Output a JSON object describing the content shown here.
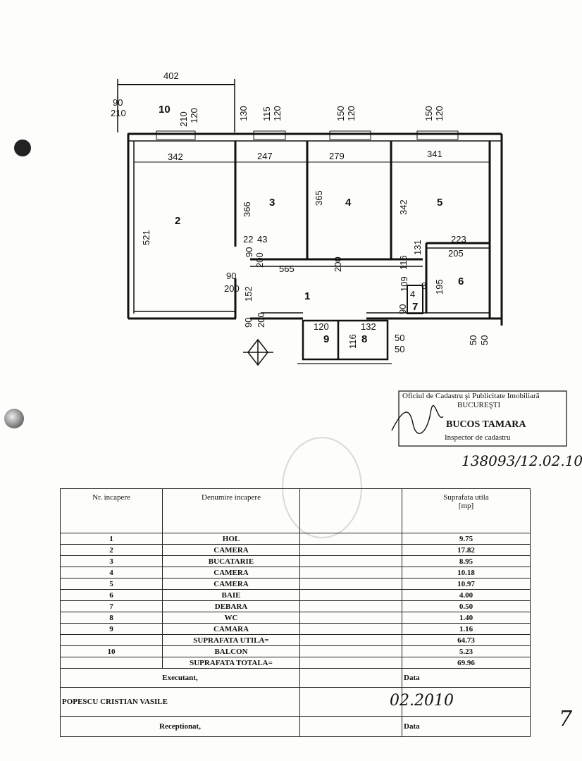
{
  "plan": {
    "dimensions": {
      "balcony_width": "402",
      "left_90": "90",
      "left_210": "210",
      "balcony_210": "210",
      "balcony_120": "120",
      "wall_130": "130",
      "w3_115": "115",
      "w3_120": "120",
      "w4_150": "150",
      "w4_120": "120",
      "w5_150": "150",
      "w5_120": "120",
      "r2_width": "342",
      "r3_width": "247",
      "r4_width": "279",
      "r5_width": "341",
      "r2_height": "521",
      "r3_height": "366",
      "r4_height": "365",
      "r5_height": "342",
      "d22": "22",
      "d43": "43",
      "d90a": "90",
      "d200a": "200",
      "d565": "565",
      "d200b": "200",
      "d116": "116",
      "d131": "131",
      "r6_width": "223",
      "r6_inner": "205",
      "d90b": "90",
      "d200c": "200",
      "d152": "152",
      "d109": "109",
      "d195": "195",
      "d90c": "90",
      "d200d": "200",
      "d50a": "50",
      "d50b": "50",
      "d50c": "50",
      "d50d": "50",
      "d120": "120",
      "d116b": "116",
      "d132": "132",
      "d90d": "90",
      "d4": "4",
      "d8": "8"
    },
    "room_numbers": [
      "1",
      "2",
      "3",
      "4",
      "5",
      "6",
      "7",
      "8",
      "9",
      "10"
    ]
  },
  "stamp": {
    "office": "Oficiul de Cadastru şi Publicitate Imobiliară",
    "city": "BUCUREŞTI",
    "inspector_name": "BUCOS TAMARA",
    "inspector_title": "Inspector de cadastru"
  },
  "registration": "138093/12.02.10",
  "table": {
    "headers": {
      "nr": "Nr. incapere",
      "name": "Denumire incapere",
      "area": "Suprafata utila",
      "unit": "[mp]"
    },
    "rows": [
      {
        "nr": "1",
        "name": "HOL",
        "area": "9.75"
      },
      {
        "nr": "2",
        "name": "CAMERA",
        "area": "17.82"
      },
      {
        "nr": "3",
        "name": "BUCATARIE",
        "area": "8.95"
      },
      {
        "nr": "4",
        "name": "CAMERA",
        "area": "10.18"
      },
      {
        "nr": "5",
        "name": "CAMERA",
        "area": "10.97"
      },
      {
        "nr": "6",
        "name": "BAIE",
        "area": "4.00"
      },
      {
        "nr": "7",
        "name": "DEBARA",
        "area": "0.50"
      },
      {
        "nr": "8",
        "name": "WC",
        "area": "1.40"
      },
      {
        "nr": "9",
        "name": "CAMARA",
        "area": "1.16"
      },
      {
        "nr": "",
        "name": "SUPRAFATA UTILA=",
        "area": "64.73"
      },
      {
        "nr": "10",
        "name": "BALCON",
        "area": "5.23"
      },
      {
        "nr": "",
        "name": "SUPRAFATA TOTALA=",
        "area": "69.96"
      }
    ],
    "executant_label": "Executant,",
    "executant_name": "POPESCU CRISTIAN VASILE",
    "date_label": "Data",
    "executant_date": "02.2010",
    "receptionat_label": "Receptionat,",
    "date_label2": "Data"
  },
  "page_number": "7"
}
